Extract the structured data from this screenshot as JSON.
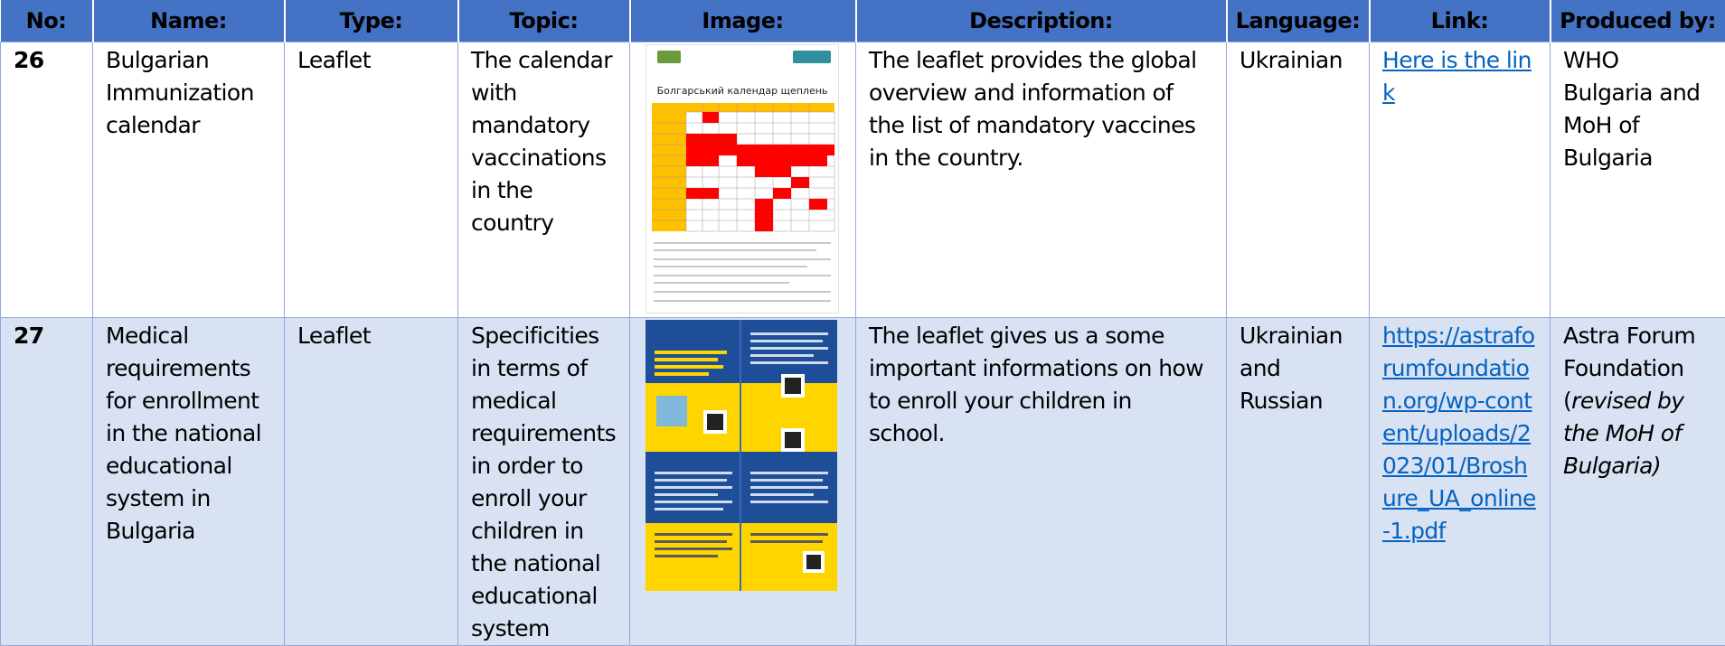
{
  "headers": [
    "No:",
    "Name:",
    "Type:",
    "Topic:",
    "Image:",
    "Description:",
    "Language:",
    "Link:",
    "Produced by:"
  ],
  "rows": [
    {
      "no": "26",
      "name": "Bulgarian Immunization calendar",
      "type": "Leaflet",
      "topic": "The calendar with mandatory vaccinations in the country",
      "image_caption": "Болгарський календар щеплень",
      "description": "The leaflet provides the global overview and information of the list of mandatory vaccines in the country.",
      "language": "Ukrainian",
      "link": "Here is the link",
      "produced_by": "WHO Bulgaria and MoH of Bulgaria"
    },
    {
      "no": "27",
      "name": "Medical requirements for enrollment in the national educational system in Bulgaria",
      "type": "Leaflet",
      "topic": "Specificities in terms of medical requirements in order to enroll your children in the national educational system",
      "description": "The leaflet gives us a some important informations on how to enroll your children in school.",
      "language": "Ukrainian and Russian",
      "link": "https://astraforumfoundation.org/wp-content/uploads/2023/01/Broshure_UA_online-1.pdf",
      "produced_by": "Astra Forum Foundation (",
      "produced_by_italic": "revised by the MoH of Bulgaria)"
    }
  ],
  "colors": {
    "header": "#4472c4",
    "row_alt": "#d9e2f3",
    "border": "#8eaadb",
    "link": "#0563c1",
    "calendar_red": "#ff0000",
    "calendar_yellow": "#ffc000",
    "leaflet_blue": "#1f4e99",
    "leaflet_yellow": "#ffd500"
  }
}
